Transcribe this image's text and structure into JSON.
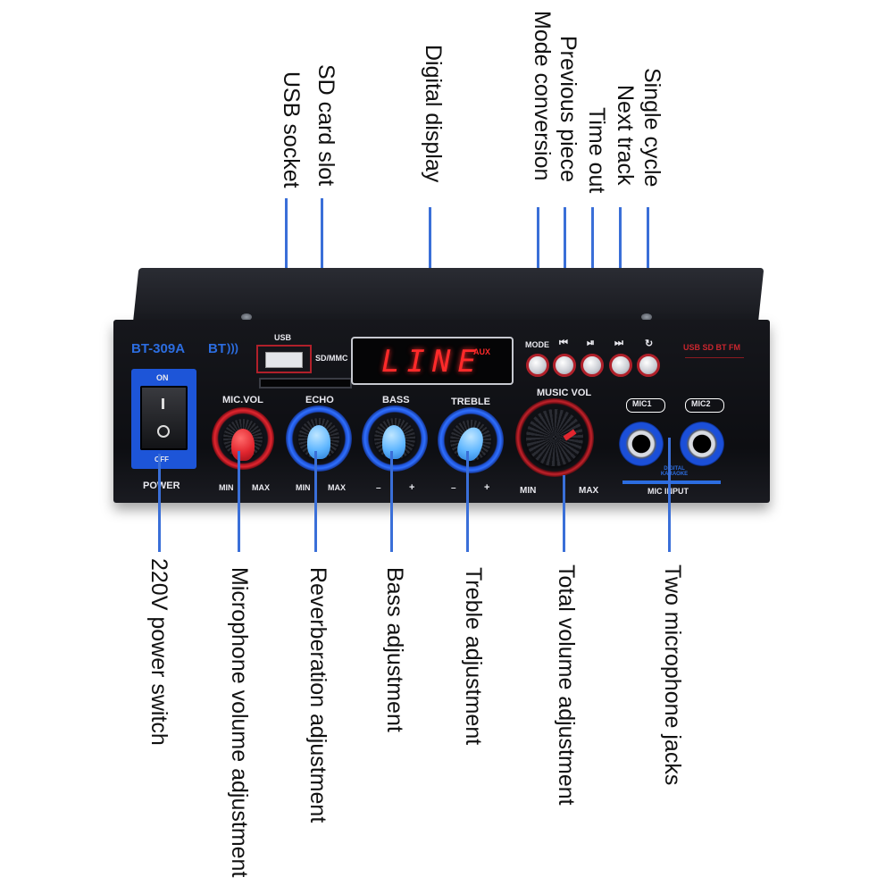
{
  "device": {
    "model": "BT-309A",
    "bt": "BT",
    "usb_label": "USB",
    "sd_label": "SD/MMC",
    "display_text": "LINE",
    "display_badge": "AUX",
    "power_on": "ON",
    "power_off": "OFF",
    "power_label": "POWER",
    "mode_label": "MODE",
    "music_vol_label": "MUSIC VOL",
    "music_min": "MIN",
    "music_max": "MAX",
    "mic1": "MIC1",
    "mic2": "MIC2",
    "digital_karaoke": "DIGITAL KARAOKE",
    "mic_input": "MIC INPUT",
    "knobs": {
      "mic_vol": {
        "label": "MIC.VOL",
        "min": "MIN",
        "max": "MAX"
      },
      "echo": {
        "label": "ECHO",
        "min": "MIN",
        "max": "MAX"
      },
      "bass": {
        "label": "BASS",
        "min": "–",
        "max": "+"
      },
      "treble": {
        "label": "TREBLE",
        "min": "–",
        "max": "+"
      }
    },
    "features_red": "USB SD BT FM",
    "colors": {
      "accent": "#2c6de0",
      "red": "#e2262f",
      "led": "#ff2a2a",
      "line": "#3a6fd8"
    }
  },
  "callouts": {
    "usb_socket": "USB socket",
    "sd_card_slot": "SD card slot",
    "digital_display": "Digital display",
    "mode_conversion": "Mode conversion",
    "previous_piece": "Previous piece",
    "time_out": "Time out",
    "next_track": "Next track",
    "single_cycle": "Single cycle",
    "power_switch": "220V power switch",
    "mic_volume": "Microphone volume adjustment",
    "reverb": "Reverberation adjustment",
    "bass": "Bass adjustment",
    "treble": "Treble adjustment",
    "total_volume": "Total volume adjustment",
    "mic_jacks": "Two microphone jacks"
  }
}
